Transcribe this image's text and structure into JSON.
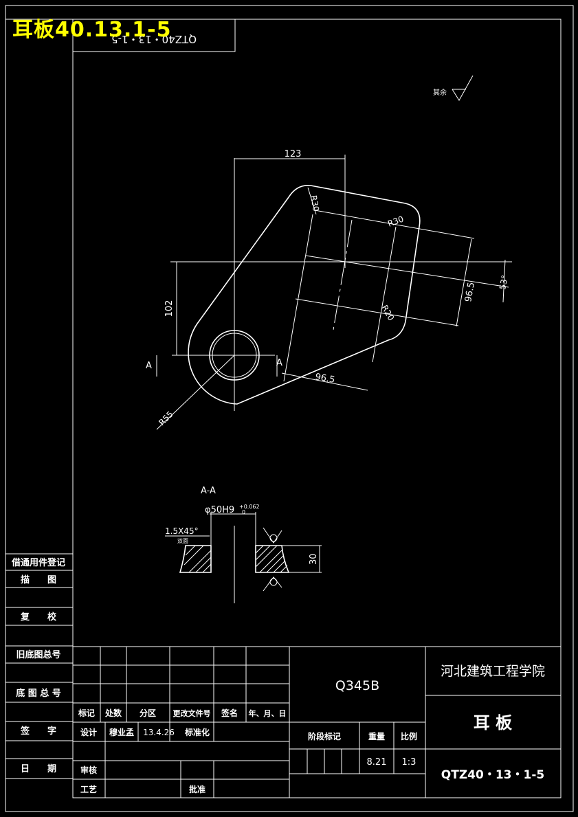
{
  "overlay_title": "耳板40.13.1-5",
  "mirror_code": "QTZ40・13・1-5",
  "roughness_note": "其余",
  "dimensions": {
    "d123": "123",
    "r30_a": "R30",
    "r30_b": "R30",
    "angle": "53°",
    "d96_5_v": "96.5",
    "r20": "R20",
    "d102": "102",
    "d96_5_h": "96.5",
    "r55": "R55",
    "sec_a_left": "A",
    "sec_a_right": "A"
  },
  "section": {
    "title": "A-A",
    "bore": "φ50H9",
    "tol_upper": "+0.062",
    "tol_lower": "0",
    "chamfer": "1.5X45°",
    "chamfer_note": "双面",
    "thickness": "30"
  },
  "left_column": {
    "reg": "借通用件登记",
    "trace": "描　　图",
    "check": "复　　校",
    "old_base": "旧底图总号",
    "base_no": "底 图 总 号",
    "sign": "签　　字",
    "date": "日　　期"
  },
  "title_block": {
    "h_mark": "标记",
    "h_count": "处数",
    "h_zone": "分区",
    "h_docno": "更改文件号",
    "h_sign": "签名",
    "h_date": "年、月、日",
    "design": "设计",
    "designer": "穆业孟",
    "design_date": "13.4.26",
    "std": "标准化",
    "review": "审核",
    "process": "工艺",
    "approve": "批准",
    "material": "Q345B",
    "stage": "阶段标记",
    "weight_h": "重量",
    "scale_h": "比例",
    "weight": "8.21",
    "scale": "1:3",
    "school": "河北建筑工程学院",
    "part_name": "耳 板",
    "drawing_no": "QTZ40・13・1-5"
  }
}
